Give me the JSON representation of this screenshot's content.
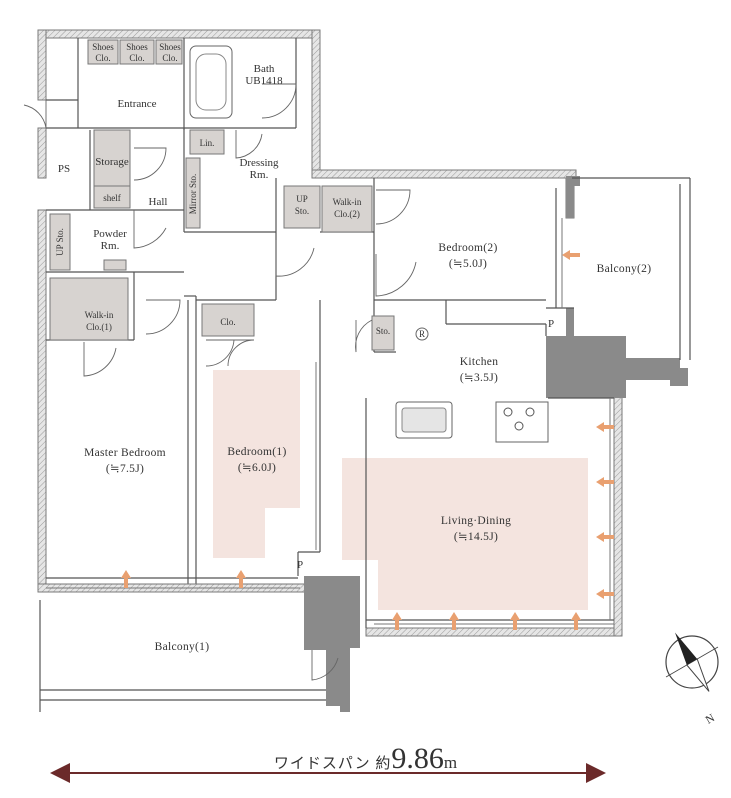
{
  "rooms": {
    "shoes1": "Shoes",
    "shoes1b": "Clo.",
    "shoes2": "Shoes",
    "shoes2b": "Clo.",
    "shoes3": "Shoes",
    "shoes3b": "Clo.",
    "bath": "Bath",
    "bath_model": "UB1418",
    "entrance": "Entrance",
    "lin": "Lin.",
    "dressing": "Dressing",
    "dressing_b": "Rm.",
    "ps": "PS",
    "storage": "Storage",
    "shelf": "shelf",
    "hall": "Hall",
    "mirror": "Mirror Sto.",
    "up_sto1": "UP",
    "up_sto1b": "Sto.",
    "walkin2": "Walk-in",
    "walkin2b": "Clo.(2)",
    "up_sto2": "UP Sto.",
    "powder": "Powder",
    "powder_b": "Rm.",
    "walkin1": "Walk-in",
    "walkin1b": "Clo.(1)",
    "clo": "Clo.",
    "sto": "Sto.",
    "refrigerator": "R",
    "bedroom2": "Bedroom(2)",
    "bedroom2_size": "(≒5.0J)",
    "balcony2": "Balcony(2)",
    "p1": "P",
    "kitchen": "Kitchen",
    "kitchen_size": "(≒3.5J)",
    "master": "Master Bedroom",
    "master_size": "(≒7.5J)",
    "bedroom1": "Bedroom(1)",
    "bedroom1_size": "(≒6.0J)",
    "living": "Living·Dining",
    "living_size": "(≒14.5J)",
    "p2": "P",
    "balcony1": "Balcony(1)"
  },
  "compass": {
    "label": "N",
    "icon": "compass-icon"
  },
  "width": {
    "prefix": "ワイドスパン 約",
    "value": "9.86",
    "unit": "m"
  },
  "colors": {
    "floor": "#f4e4df",
    "wall": "#8a8a8a",
    "arrow": "#e9a070",
    "line": "#6b2a2a"
  }
}
